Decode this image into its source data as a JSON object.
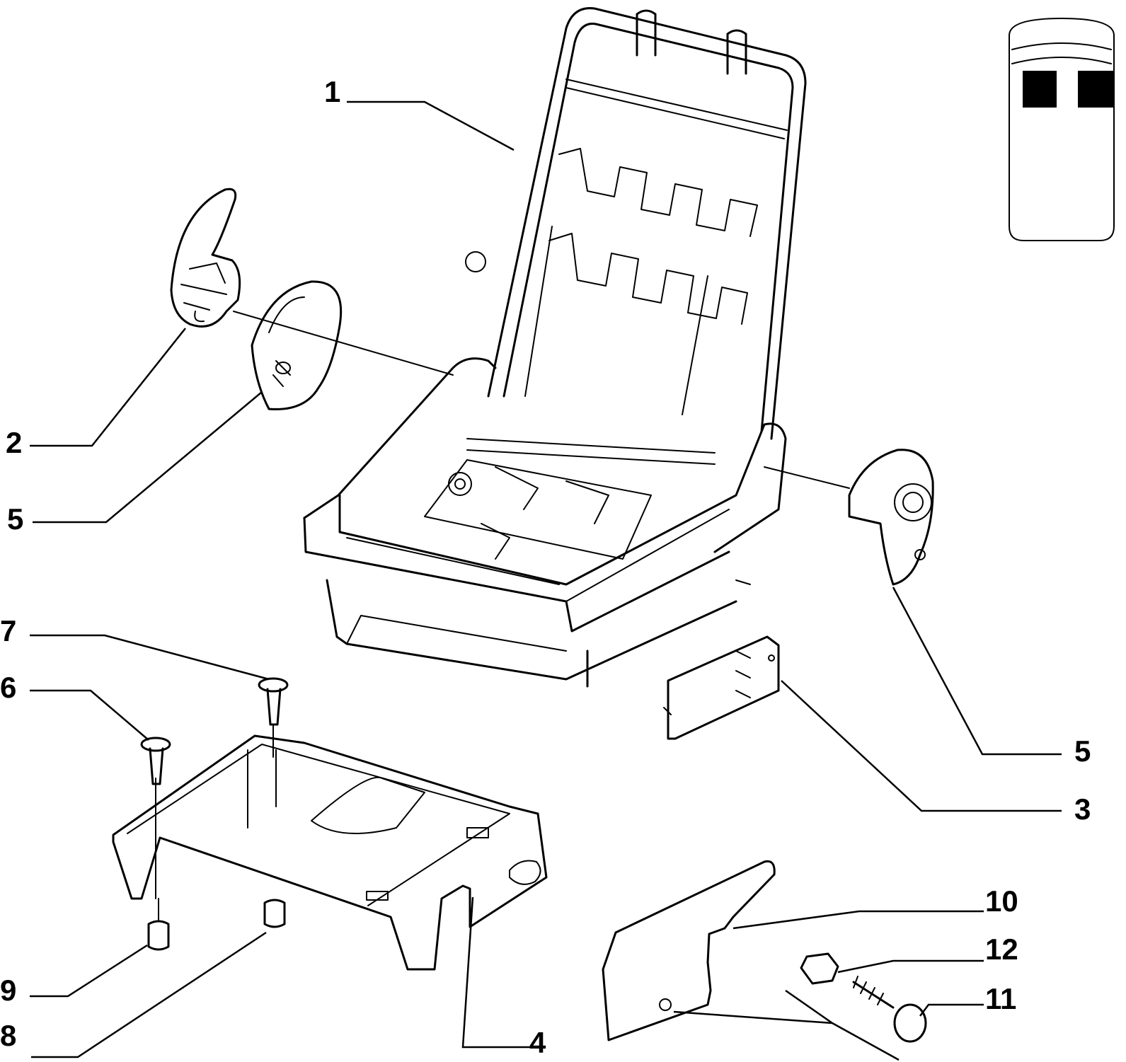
{
  "callouts": {
    "c1": "1",
    "c2": "2",
    "c3": "3",
    "c4": "4",
    "c5a": "5",
    "c5b": "5",
    "c6": "6",
    "c7": "7",
    "c8": "8",
    "c9": "9",
    "c10": "10",
    "c11": "11",
    "c12": "12"
  },
  "icons": {
    "vehicle": "van-seat-position-icon"
  }
}
